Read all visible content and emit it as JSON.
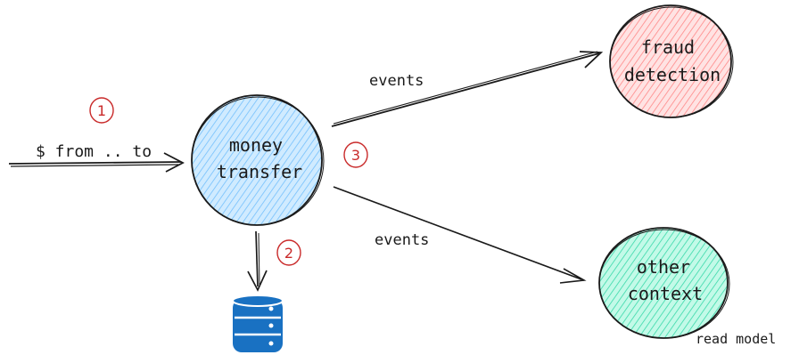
{
  "input_label": "$ from .. to",
  "nodes": {
    "money_transfer": {
      "line1": "money",
      "line2": "transfer",
      "fill": "#a5d8ff",
      "stroke": "#1864ab"
    },
    "fraud_detection": {
      "line1": "fraud",
      "line2": "detection",
      "fill": "#ffc9c9",
      "stroke": "#1a1a1a"
    },
    "other_context": {
      "line1": "other",
      "line2": "context",
      "fill": "#96f2d7",
      "stroke": "#1a1a1a"
    }
  },
  "edges": {
    "to_fraud_label": "events",
    "to_other_label": "events"
  },
  "steps": {
    "one": "1",
    "two": "2",
    "three": "3"
  },
  "read_model_label": "read model",
  "database_icon": "database-icon",
  "colors": {
    "step": "#c92a2a",
    "database": "#1971c2",
    "ink": "#1a1a1a"
  }
}
